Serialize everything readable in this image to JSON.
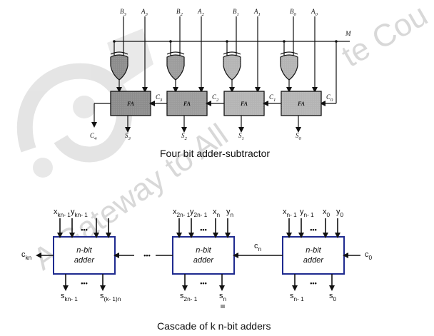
{
  "watermark": {
    "text_left": "A Gateway to All",
    "text_right": "te Cou"
  },
  "adder_subtractor": {
    "caption": "Four bit adder-subtractor",
    "mode_label": "M",
    "stages": [
      {
        "b": "B3",
        "a": "A3",
        "fa": "FA",
        "sum": "S3",
        "carry_in": "C3",
        "shade": "#8c8c8c"
      },
      {
        "b": "B2",
        "a": "A2",
        "fa": "FA",
        "sum": "S2",
        "carry_in": "C2",
        "shade": "#9c9c9c"
      },
      {
        "b": "B1",
        "a": "A1",
        "fa": "FA",
        "sum": "S1",
        "carry_in": "C1",
        "shade": "#b4b4b4"
      },
      {
        "b": "B0",
        "a": "A0",
        "fa": "FA",
        "sum": "S0",
        "carry_in": "C0",
        "shade": "#b4b4b4"
      }
    ],
    "carry_out": "C4"
  },
  "cascade": {
    "caption": "Cascade of k n-bit adders",
    "blocks": [
      {
        "line1": "n-bit",
        "line2": "adder",
        "x_hi": "x",
        "x_hi_sub": "kn- 1",
        "y_hi": "y",
        "y_hi_sub": "kn- 1",
        "x_lo": "",
        "y_lo": "",
        "s_hi": "s",
        "s_hi_sub": "kn- 1",
        "s_lo": "s",
        "s_lo_sub": "(k- 1)n"
      },
      {
        "line1": "n-bit",
        "line2": "adder",
        "x_hi": "x",
        "x_hi_sub": "2n- 1",
        "y_hi": "y",
        "y_hi_sub": "2n- 1",
        "x_lo": "x",
        "x_lo_sub": "n",
        "y_lo": "y",
        "y_lo_sub": "n",
        "s_hi": "s",
        "s_hi_sub": "2n- 1",
        "s_lo": "s",
        "s_lo_sub": "n"
      },
      {
        "line1": "n-bit",
        "line2": "adder",
        "x_hi": "x",
        "x_hi_sub": "n- 1",
        "y_hi": "y",
        "y_hi_sub": "n- 1",
        "x_lo": "x",
        "x_lo_sub": "0",
        "y_lo": "y",
        "y_lo_sub": "0",
        "s_hi": "s",
        "s_hi_sub": "n- 1",
        "s_lo": "s",
        "s_lo_sub": "0"
      }
    ],
    "carry_out": {
      "c": "c",
      "sub": "kn"
    },
    "carry_mid": {
      "c": "c",
      "sub": "n"
    },
    "carry_in": {
      "c": "c",
      "sub": "0"
    },
    "ellipsis": "•••",
    "box_color": "#1f2a8f"
  }
}
